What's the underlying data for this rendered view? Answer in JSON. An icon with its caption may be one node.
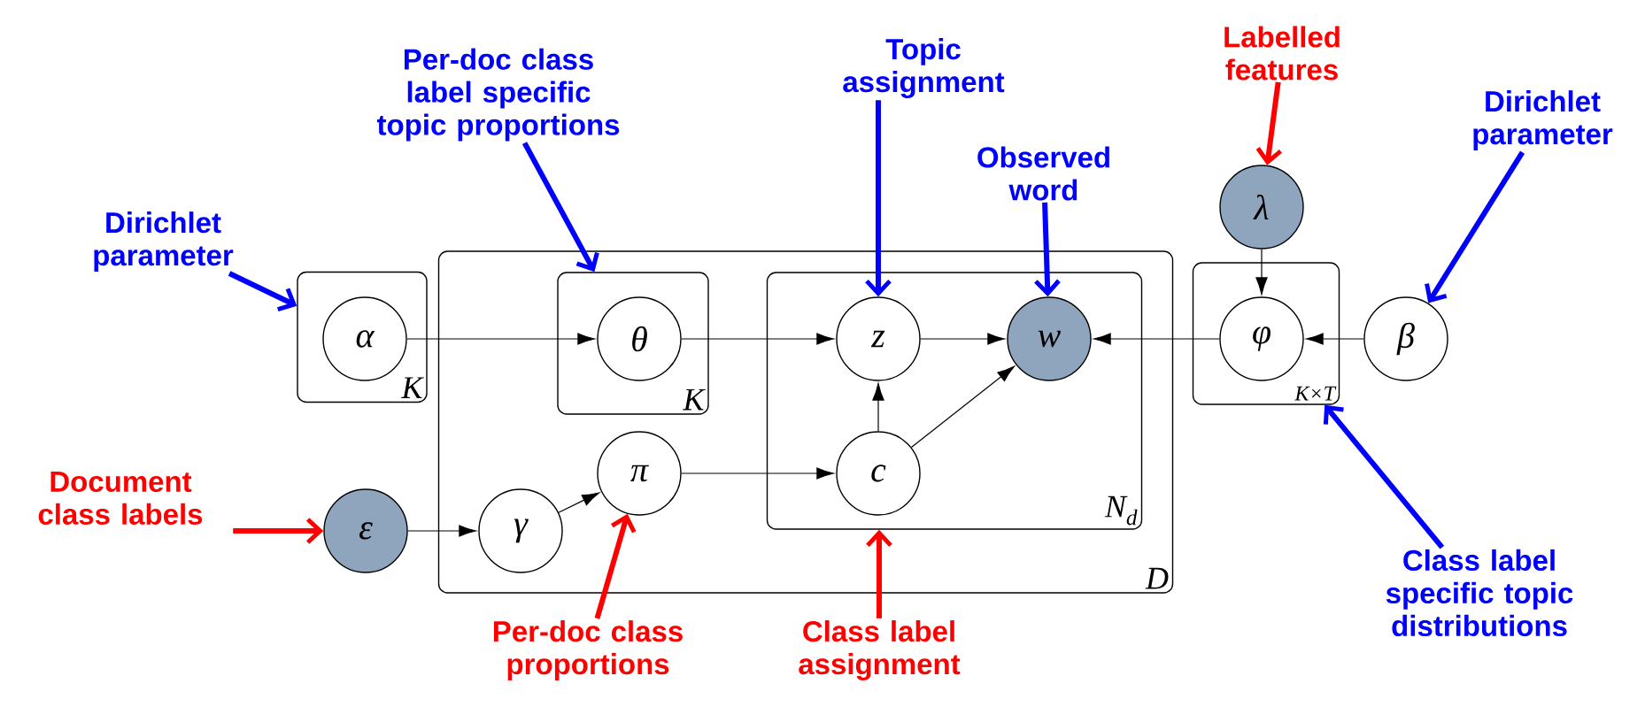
{
  "diagram": {
    "nodes": [
      {
        "text": [
          "Dirichlet parameter"
        ]
      },
      {
        "text": [
          "Per-doc class label specific topic proportions"
        ]
      },
      {
        "text": [
          "Topic assignment"
        ]
      },
      {
        "text": [
          "Labelled features"
        ]
      },
      {
        "text": [
          "Observed word"
        ]
      },
      {
        "text": [
          "Dirichlet parameter"
        ]
      },
      {
        "text": [
          "K"
        ]
      },
      {
        "text": [
          "α"
        ],
        "in": 6
      },
      {
        "text": [
          "D"
        ]
      },
      {
        "text": [
          "K"
        ],
        "in": 8
      },
      {
        "text": [
          "θ"
        ],
        "in": 9
      },
      {
        "text": [
          "N$_{d}$"
        ],
        "in": 8
      },
      {
        "text": [
          "z"
        ],
        "in": 11
      },
      {
        "text": [
          "w"
        ],
        "in": 11
      },
      {
        "text": [
          "λ"
        ]
      },
      {
        "text": [
          "K×T"
        ]
      },
      {
        "text": [
          "φ"
        ],
        "in": 15
      },
      {
        "text": [
          "β"
        ]
      },
      {
        "text": [
          "π"
        ],
        "in": 8
      },
      {
        "text": [
          "c"
        ],
        "in": 11
      },
      {
        "text": [
          "Document class labels"
        ]
      },
      {
        "text": [
          "ε"
        ]
      },
      {
        "text": [
          "γ"
        ],
        "in": 8
      },
      {
        "text": [
          "Class label specific topic distributions"
        ]
      },
      {
        "text": [
          "Per-doc class proportions"
        ]
      },
      {
        "text": [
          "Class label assignment"
        ]
      }
    ],
    "edges": [
      {
        "from": 7,
        "to": 10,
        "arrow": "to"
      },
      {
        "from": 10,
        "to": 12,
        "arrow": "to"
      },
      {
        "from": 12,
        "to": 13,
        "arrow": "to"
      },
      {
        "from": 16,
        "to": 13,
        "arrow": "to"
      },
      {
        "from": 17,
        "to": 16,
        "arrow": "to"
      },
      {
        "from": 14,
        "to": 16,
        "arrow": "to"
      },
      {
        "from": 19,
        "to": 12,
        "arrow": "to"
      },
      {
        "from": 19,
        "to": 13,
        "arrow": "to"
      },
      {
        "from": 18,
        "to": 19,
        "arrow": "to"
      },
      {
        "from": 21,
        "to": 22,
        "arrow": "to"
      },
      {
        "from": 22,
        "to": 18,
        "arrow": "to"
      },
      {
        "from": 0,
        "to": 6,
        "arrow": "to",
        "style": "thick",
        "color": "#0000ff"
      },
      {
        "from": 1,
        "to": 9,
        "arrow": "to",
        "style": "thick",
        "color": "#0000ff"
      },
      {
        "from": 2,
        "to": 12,
        "arrow": "to",
        "style": "thick",
        "color": "#0000ff"
      },
      {
        "from": 3,
        "to": 14,
        "arrow": "to",
        "style": "thick",
        "color": "#ff0000"
      },
      {
        "from": 4,
        "to": 13,
        "arrow": "to",
        "style": "thick",
        "color": "#0000ff"
      },
      {
        "from": 5,
        "to": 17,
        "arrow": "to",
        "style": "thick",
        "color": "#0000ff"
      },
      {
        "from": 20,
        "to": 21,
        "arrow": "to",
        "style": "thick",
        "color": "#ff0000"
      },
      {
        "from": 24,
        "to": 18,
        "arrow": "to",
        "style": "thick",
        "color": "#ff0000"
      },
      {
        "from": 25,
        "to": 11,
        "arrow": "to",
        "style": "thick",
        "color": "#ff0000"
      },
      {
        "from": 23,
        "to": 15,
        "arrow": "to",
        "style": "thick",
        "color": "#0000ff"
      }
    ]
  }
}
